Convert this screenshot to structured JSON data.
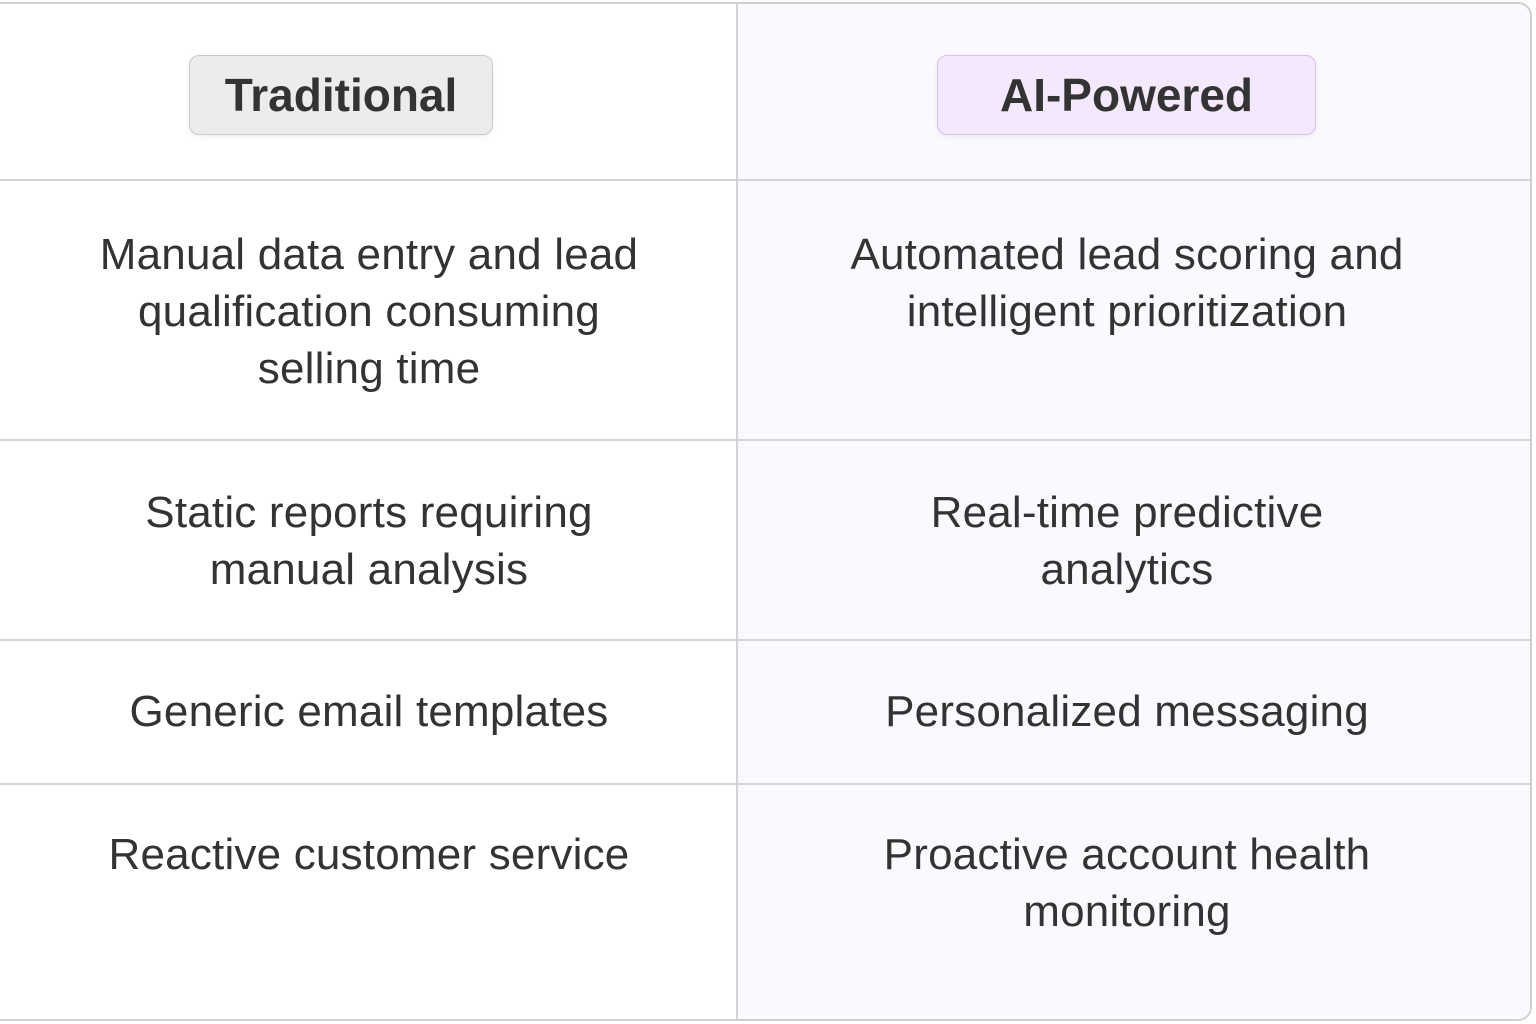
{
  "table": {
    "headers": {
      "traditional": "Traditional",
      "ai_powered": "AI-Powered"
    },
    "rows": [
      {
        "traditional": "Manual data entry and lead qualification consuming selling time",
        "traditional_lines": [
          "Manual data entry and lead",
          "qualification consuming",
          "selling time"
        ],
        "ai_powered": "Automated lead scoring and intelligent prioritization",
        "ai_powered_lines": [
          "Automated lead scoring and",
          "intelligent prioritization"
        ]
      },
      {
        "traditional": "Static reports requiring manual analysis",
        "traditional_lines": [
          "Static reports requiring",
          "manual analysis"
        ],
        "ai_powered": "Real-time predictive analytics",
        "ai_powered_lines": [
          "Real-time predictive",
          "analytics"
        ]
      },
      {
        "traditional": "Generic email templates",
        "traditional_lines": [
          "Generic email templates"
        ],
        "ai_powered": "Personalized messaging",
        "ai_powered_lines": [
          "Personalized messaging"
        ]
      },
      {
        "traditional": "Reactive customer service",
        "traditional_lines": [
          "Reactive customer service"
        ],
        "ai_powered": "Proactive account health monitoring",
        "ai_powered_lines": [
          "Proactive account health",
          "monitoring"
        ]
      }
    ]
  },
  "colors": {
    "text": "#333333",
    "border": "#d4d4d4",
    "traditional_pill_bg": "#ececec",
    "traditional_pill_border": "#c9c9c9",
    "ai_pill_bg": "#f4e9fc",
    "ai_pill_border": "#d7c0ec",
    "ai_column_bg": "#fbf9fd"
  }
}
